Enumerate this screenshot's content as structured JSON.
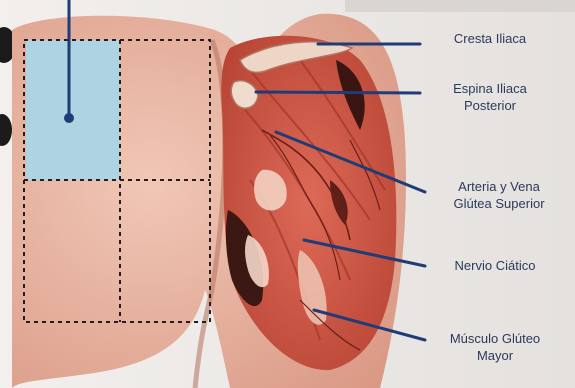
{
  "figure": {
    "colors": {
      "background": "#e9e6e2",
      "skin": "#e8b8a4",
      "muscle": "#c9503f",
      "muscle_dark": "#8f2a22",
      "injection_zone": "#aed3e2",
      "pointer": "#1f3c78",
      "label_text": "#2b3a5c"
    },
    "quadrant_grid": {
      "rows": 2,
      "cols": 2,
      "highlighted_quadrant": "upper-outer"
    },
    "labels": [
      {
        "id": "cresta-iliaca",
        "lines": [
          "Cresta Iliaca"
        ]
      },
      {
        "id": "espina-iliaca-posterior",
        "lines": [
          "Espina Iliaca",
          "Posterior"
        ]
      },
      {
        "id": "arteria-vena",
        "lines": [
          "Arteria y Vena",
          "Glútea Superior"
        ]
      },
      {
        "id": "nervio-ciatico",
        "lines": [
          "Nervio Ciático"
        ]
      },
      {
        "id": "musculo-gluteo",
        "lines": [
          "Músculo Glúteo",
          "Mayor"
        ]
      }
    ]
  }
}
